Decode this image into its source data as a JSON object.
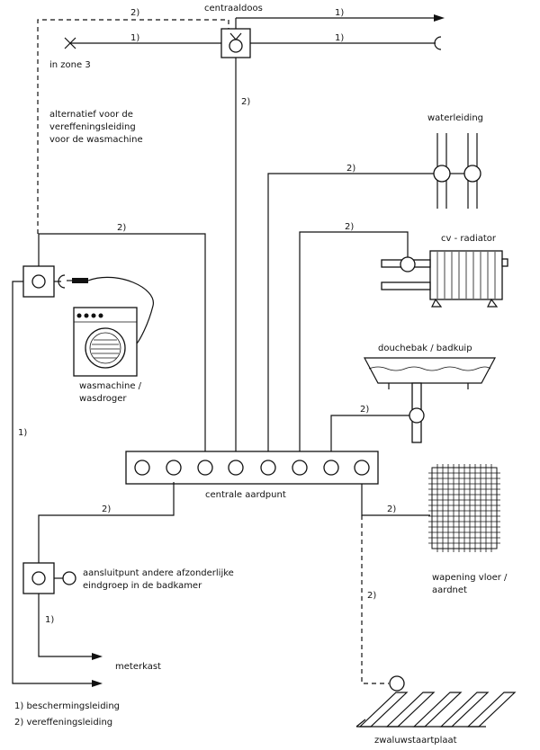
{
  "labels": {
    "centraaldoos": "centraaldoos",
    "in_zone_3": "in zone 3",
    "alternatief_1": "alternatief voor de",
    "alternatief_2": "vereffeningsleiding",
    "alternatief_3": "voor de wasmachine",
    "waterleiding": "waterleiding",
    "cv_radiator": "cv - radiator",
    "douchebak": "douchebak / badkuip",
    "wasmachine_1": "wasmachine /",
    "wasmachine_2": "wasdroger",
    "centrale_aardpunt": "centrale aardpunt",
    "aansluitpunt_1": "aansluitpunt andere afzonderlijke",
    "aansluitpunt_2": "eindgroep in de badkamer",
    "wapening_1": "wapening vloer /",
    "wapening_2": "aardnet",
    "meterkast": "meterkast",
    "zwaluw": "zwaluwstaartplaat"
  },
  "markers": {
    "one": "1)",
    "two": "2)"
  },
  "legend": {
    "item_1": "1)  beschermingsleiding",
    "item_2": "2)  vereffeningsleiding"
  }
}
